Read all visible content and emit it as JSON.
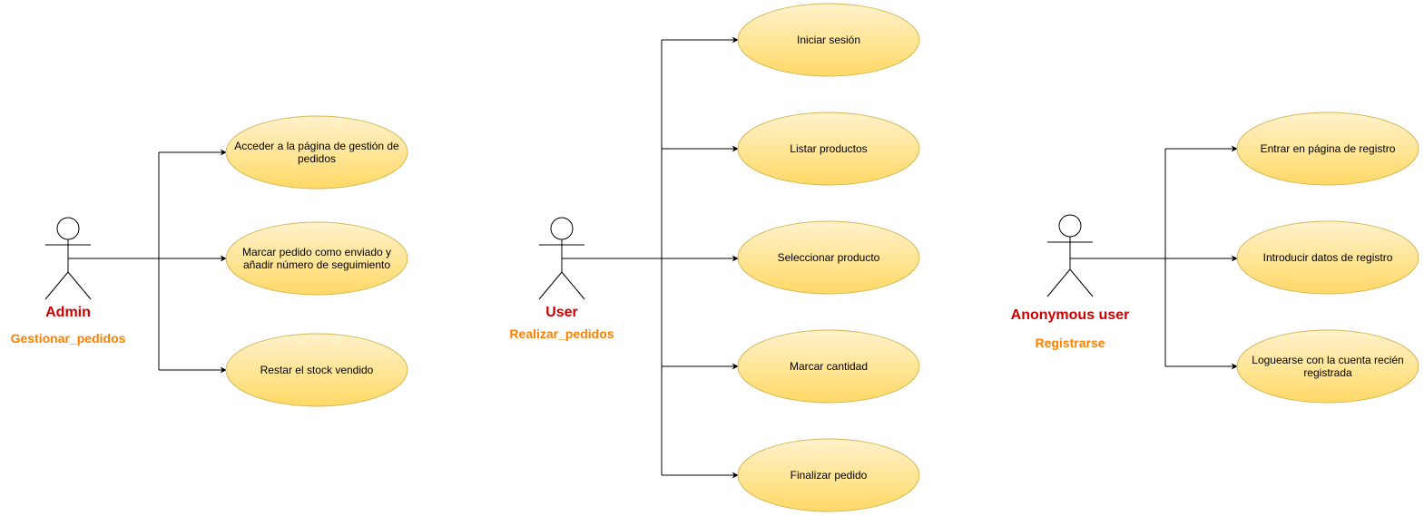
{
  "colors": {
    "actor_name": "#cc0000",
    "group_name": "#ff8000",
    "usecase_fill_top": "#fff2cc",
    "usecase_fill_bottom": "#ffd966",
    "usecase_stroke": "#d6b656",
    "connector": "#000000"
  },
  "groups": [
    {
      "actor": "Admin",
      "actor_icon": "stick-figure-icon",
      "name": "Gestionar_pedidos",
      "use_cases": [
        [
          "Acceder a la página de gestión de",
          "pedidos"
        ],
        [
          "Marcar pedido como enviado y",
          "añadir número de seguimiento"
        ],
        [
          "Restar el stock vendido"
        ]
      ]
    },
    {
      "actor": "User",
      "actor_icon": "stick-figure-icon",
      "name": "Realizar_pedidos",
      "use_cases": [
        [
          "Iniciar sesión"
        ],
        [
          "Listar productos"
        ],
        [
          "Seleccionar producto"
        ],
        [
          "Marcar cantidad"
        ],
        [
          "Finalizar pedido"
        ]
      ]
    },
    {
      "actor": "Anonymous user",
      "actor_icon": "stick-figure-icon",
      "name": "Registrarse",
      "use_cases": [
        [
          "Entrar en página de registro"
        ],
        [
          "Introducir datos de registro"
        ],
        [
          "Loguearse con la cuenta recién",
          "registrada"
        ]
      ]
    }
  ]
}
